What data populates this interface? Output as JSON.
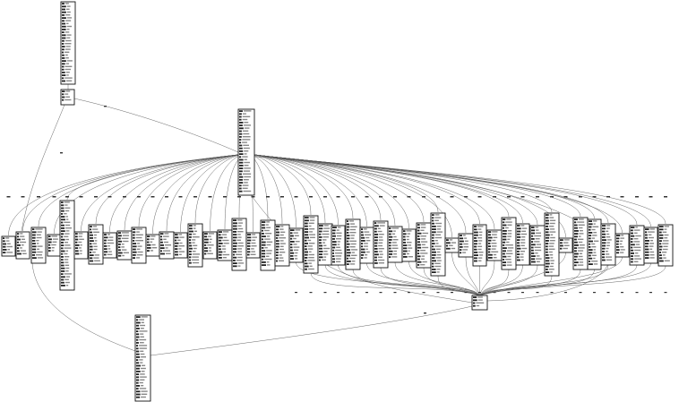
{
  "caption": "",
  "colors": {
    "background": "#ffffff",
    "node_border": "#111111",
    "edge": "#555555"
  },
  "graph": {
    "kind": "control-flow graph",
    "dispatcher_node_count": 1,
    "case_block_count": 48,
    "merge_node_count": 1,
    "text_legible": false
  }
}
